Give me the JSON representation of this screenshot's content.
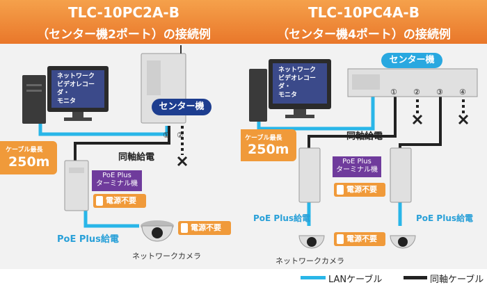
{
  "left": {
    "title": "TLC-10PC2A-B",
    "subtitle": "（センター機2ポート）の接続例",
    "recorder": "ネットワーク\nビデオレコーダ・\nモニタ",
    "center_label": "センター機",
    "port1": "①",
    "port2": "②",
    "coax_label": "同軸給電",
    "cable_max_label": "ケーブル最長",
    "cable_max_value": "250m",
    "poe_terminal": "PoE Plus\nターミナル機",
    "power_free_1": "電源不要",
    "power_free_2": "電源不要",
    "poe_power": "PoE Plus給電",
    "camera_label": "ネットワークカメラ"
  },
  "right": {
    "title": "TLC-10PC4A-B",
    "subtitle": "（センター機4ポート）の接続例",
    "recorder": "ネットワーク\nビデオレコーダ・\nモニタ",
    "center_label": "センター機",
    "ports": [
      "①",
      "②",
      "③",
      "④"
    ],
    "coax_label": "同軸給電",
    "cable_max_label": "ケーブル最長",
    "cable_max_value": "250m",
    "poe_terminal": "PoE Plus\nターミナル機",
    "power_free_1": "電源不要",
    "power_free_2": "電源不要",
    "poe_power_1": "PoE Plus給電",
    "poe_power_2": "PoE Plus給電",
    "camera_label": "ネットワークカメラ"
  },
  "legend": {
    "lan": "LANケーブル",
    "coax": "同軸ケーブル",
    "lan_color": "#29b6e8",
    "coax_color": "#222222"
  }
}
